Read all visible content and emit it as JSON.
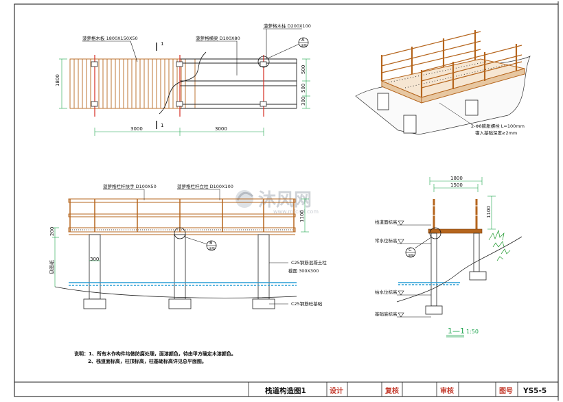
{
  "plan": {
    "labels": {
      "wood_board": "菠萝格木板 1800X150X50",
      "beam": "菠萝格横梁 D100X80",
      "column": "菠萝格木柱 D200X100"
    },
    "section_marks": [
      "1",
      "1"
    ],
    "detail_a": {
      "letter": "A",
      "sub": "详见"
    },
    "dims": {
      "width": "1800",
      "span1": "3000",
      "span2": "3000",
      "right1": "500",
      "right2": "500",
      "right3": "300"
    }
  },
  "perspective": {
    "note1": "2-Φ8膨胀螺栓 L=100mm",
    "note2": "锚入基础深度≥2mm"
  },
  "elevation": {
    "labels": {
      "handrail": "菠萝格栏杆扶手 D100X50",
      "post": "菠萝格栏杆立柱 D100X100",
      "c25_column": "C25钢筋混凝土柱",
      "col_size": "截面 300X300",
      "c25_footing": "C25钢筋砼基础"
    },
    "dims": {
      "left_top": "200",
      "col_gap": "300",
      "right": "1100",
      "left_side": "见图纸"
    },
    "detail_b": {
      "letter": "B",
      "sub": "详见"
    }
  },
  "section": {
    "dims": {
      "top1": "1800",
      "top2": "1500",
      "right": "1100"
    },
    "labels": [
      "栈道面标高",
      "常水位标高",
      "枯水位标高",
      "基础底标高"
    ],
    "detail_c": {
      "letter": "C",
      "sub": "详见"
    },
    "title": "1—1",
    "scale": "1:50"
  },
  "notes": {
    "line1": "说明：1、所有木作构件均做防腐处理，面漆颜色，待由甲方确定木漆颜色。",
    "line2": "2、栈道面标高，柱顶标高，柱基础标高详见总平面图。"
  },
  "watermark": {
    "brand": "沐风网",
    "url": "www.mfcad.com"
  },
  "title_block": {
    "drawing_name": "栈道构造图1",
    "design": "设计",
    "check": "复核",
    "review": "审核",
    "drawing_no_label": "图号",
    "drawing_no": "YS5-5"
  }
}
